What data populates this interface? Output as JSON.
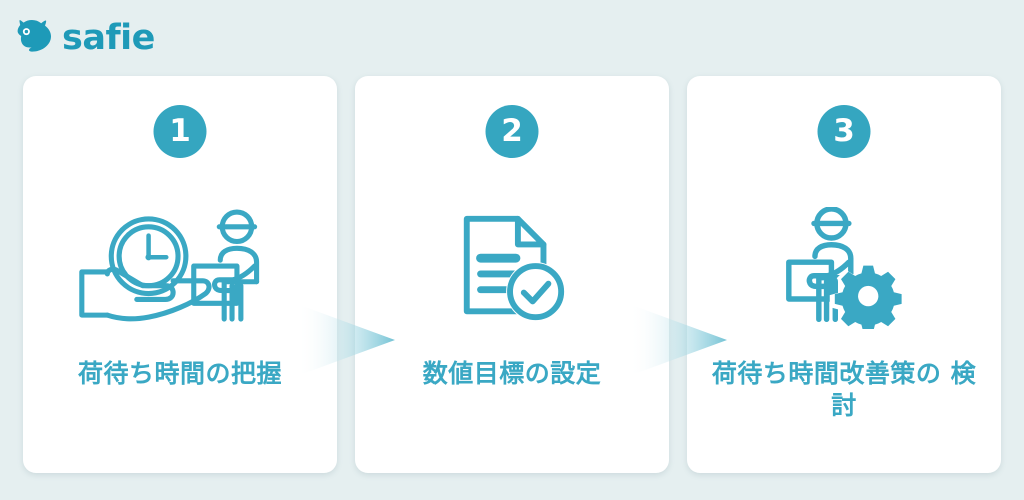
{
  "brand": {
    "name": "safie",
    "logo_icon": "safie-bird-logo",
    "color": "#1e9ab8"
  },
  "theme": {
    "background": "#e5eff0",
    "card_background": "#ffffff",
    "accent": "#35a6c0",
    "label_color": "#3aa8c4",
    "arrow_gradient_from": "#ffffff",
    "arrow_gradient_to": "#7fc6d6"
  },
  "steps": [
    {
      "number": "1",
      "label": "荷待ち時間の把握",
      "icon": "hand-holding-clock-and-worker-with-box-icon"
    },
    {
      "number": "2",
      "label": "数値目標の設定",
      "icon": "document-with-checkmark-icon"
    },
    {
      "number": "3",
      "label": "荷待ち時間改善策の\n検討",
      "icon": "worker-with-box-and-gear-icon"
    }
  ],
  "connectors": [
    {
      "name": "arrow-step-1-to-2",
      "direction": "right"
    },
    {
      "name": "arrow-step-2-to-3",
      "direction": "right"
    }
  ]
}
